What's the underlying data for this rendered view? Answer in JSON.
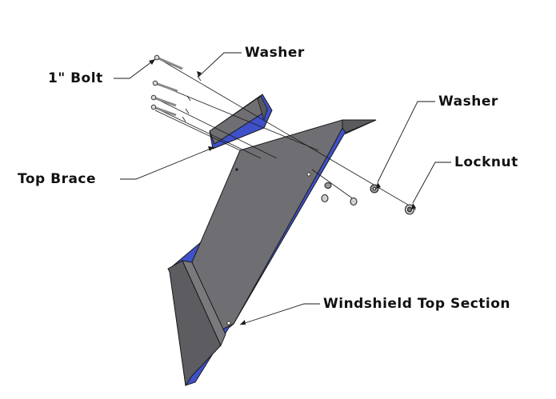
{
  "callouts": {
    "bolt": "1\" Bolt",
    "washer_top": "Washer",
    "washer_right": "Washer",
    "locknut": "Locknut",
    "top_brace": "Top Brace",
    "windshield_top_section": "Windshield Top Section"
  },
  "colors": {
    "panel": "#6f6f73",
    "panel_shade": "#5a5a5e",
    "edge_highlight": "#3f51c8",
    "outline": "#1a1a1a",
    "hardware": "#c9c9c9"
  }
}
